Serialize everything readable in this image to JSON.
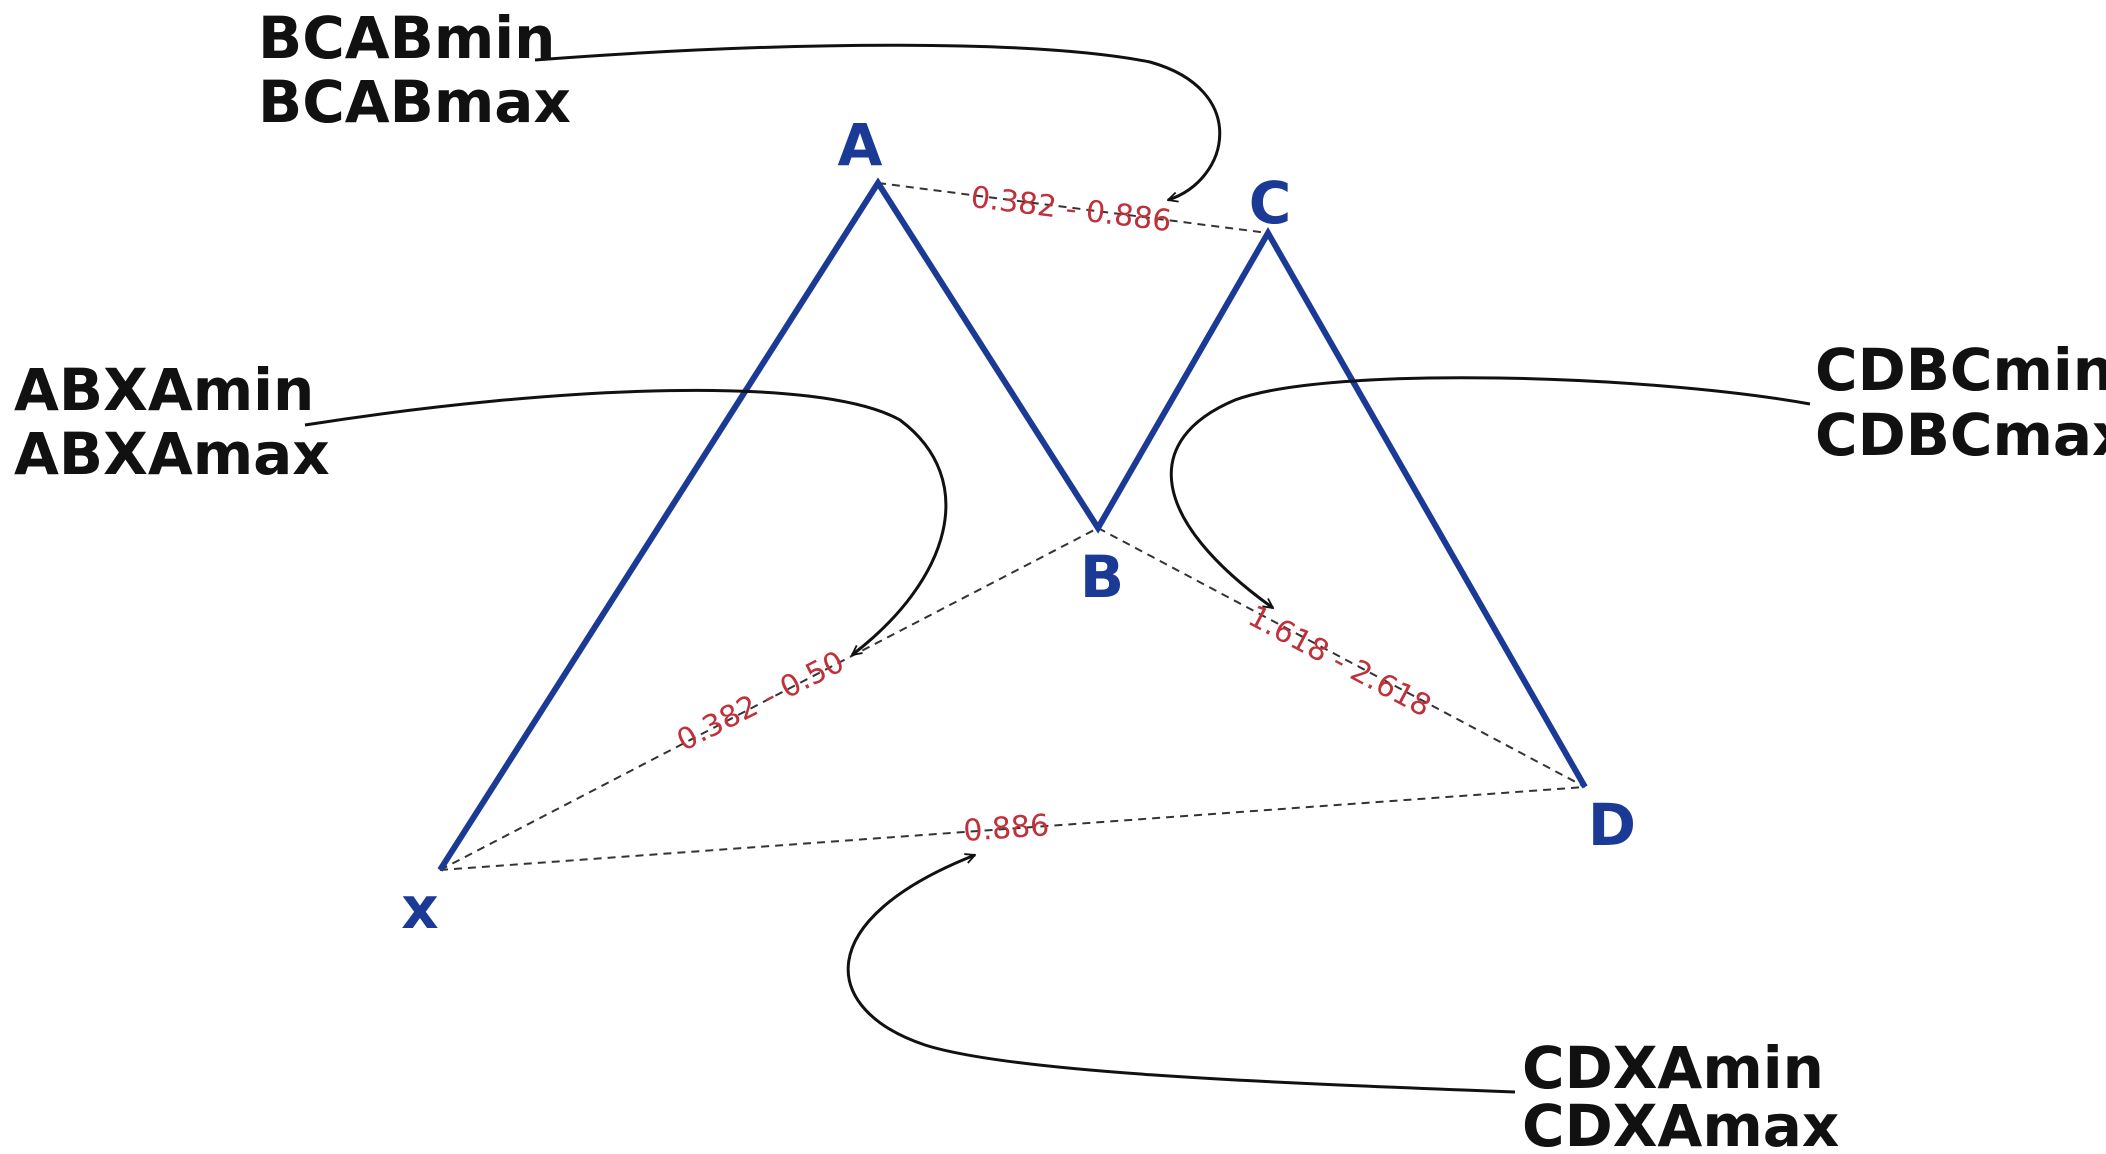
{
  "points": {
    "x": "x",
    "a": "A",
    "b": "B",
    "c": "C",
    "d": "D"
  },
  "ratios": {
    "bc_ab": "0.382 - 0.886",
    "ab_xa": "0.382 - 0.50",
    "cd_bc": "1.618 - 2.618",
    "cd_xa": "0.886"
  },
  "callouts": {
    "bcab_min": "BCABmin",
    "bcab_max": "BCABmax",
    "abxa_min": "ABXAmin",
    "abxa_max": "ABXAmax",
    "cdbc_min": "CDBCmin",
    "cdbc_max": "CDBCmax",
    "cdxa_min": "CDXAmin",
    "cdxa_max": "CDXAmax"
  },
  "colors": {
    "pattern": "#1b3a96",
    "ratio_text": "#c0313a",
    "callout_text": "#111111"
  }
}
